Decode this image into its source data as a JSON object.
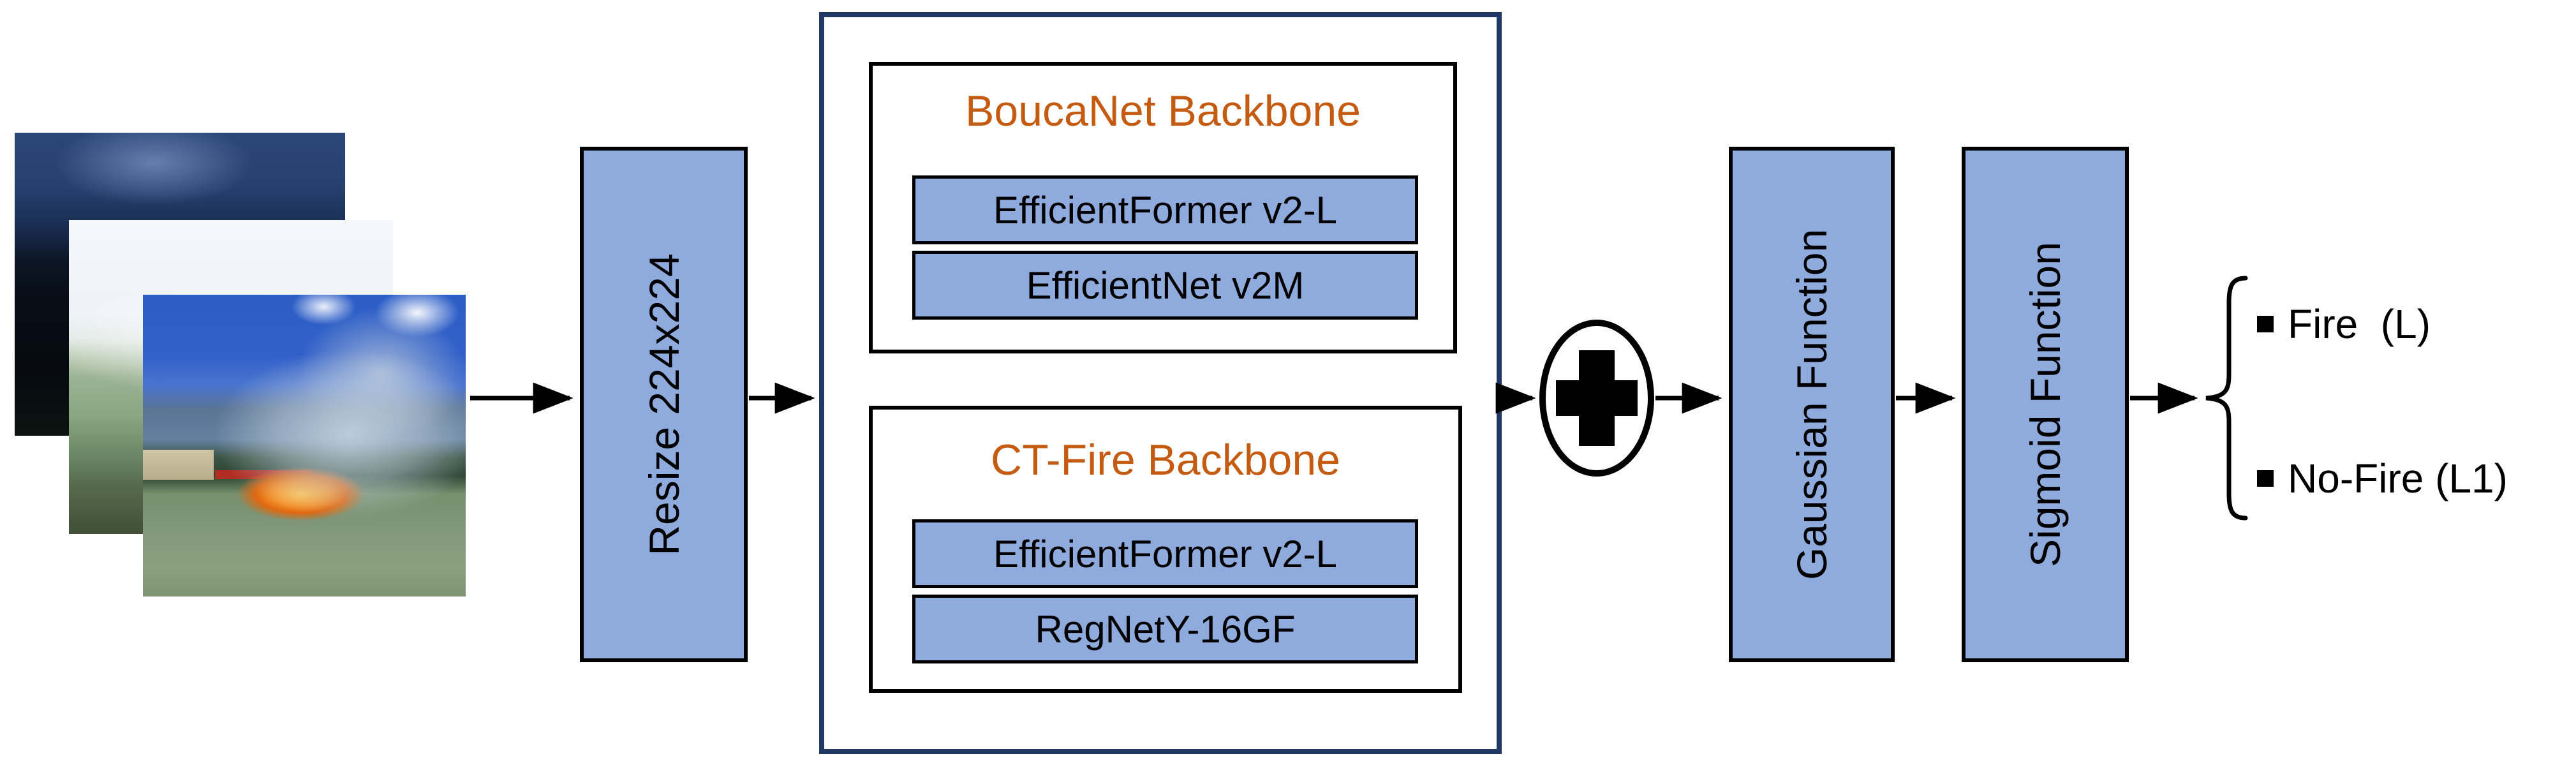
{
  "input": {
    "photos": [
      {
        "name": "dark-forest-landscape"
      },
      {
        "name": "overexposed-mountain-slope"
      },
      {
        "name": "field-fire-with-smoke"
      }
    ]
  },
  "resize": {
    "label": "Resize 224x224"
  },
  "backbones_panel": {
    "groups": [
      {
        "title": "BoucaNet Backbone",
        "models": [
          "EfficientFormer v2-L",
          "EfficientNet v2M"
        ]
      },
      {
        "title": "CT-Fire Backbone",
        "models": [
          "EfficientFormer v2-L",
          "RegNetY-16GF"
        ]
      }
    ]
  },
  "fusion": {
    "symbol": "+"
  },
  "gaussian": {
    "label": "Gaussian Function"
  },
  "sigmoid": {
    "label": "Sigmoid Function"
  },
  "outputs": [
    {
      "label": "Fire  (L)"
    },
    {
      "label": "No-Fire (L1)"
    }
  ],
  "colors": {
    "box_fill": "#8FAADC",
    "box_border": "#000000",
    "panel_border": "#1F3864",
    "backbone_title": "#C55A11",
    "arrow": "#000000"
  }
}
